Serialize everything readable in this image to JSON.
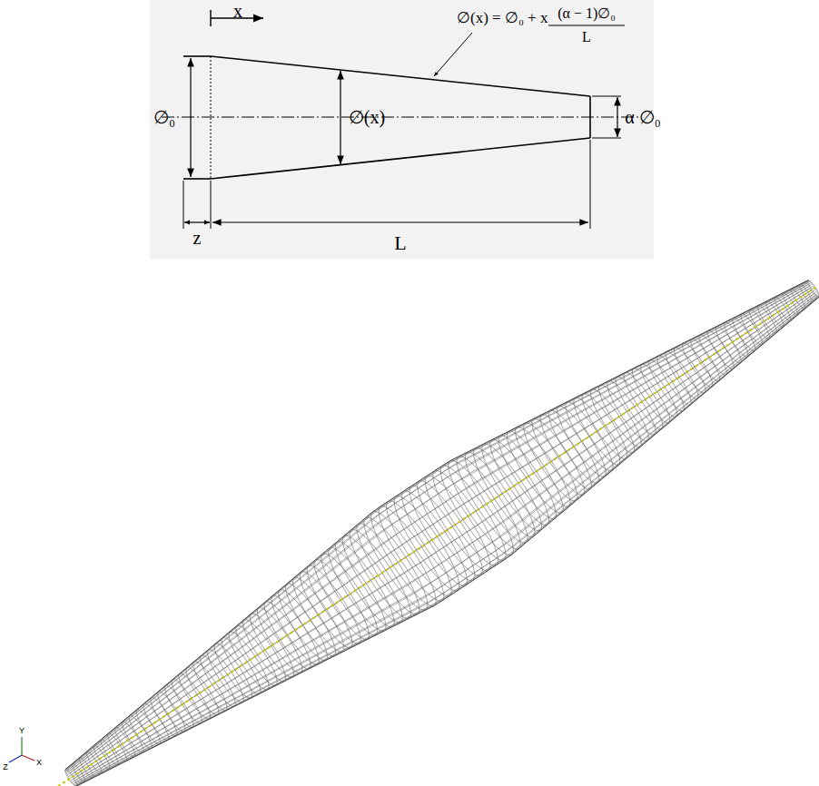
{
  "diagram": {
    "labels": [
      "x",
      "∅(x) = ∅₀ + x",
      "(α − 1)∅₀",
      "L",
      "∅(x)",
      "∅₀",
      "α ∅₀",
      "z",
      "L",
      "Y",
      "Z",
      "X"
    ]
  }
}
